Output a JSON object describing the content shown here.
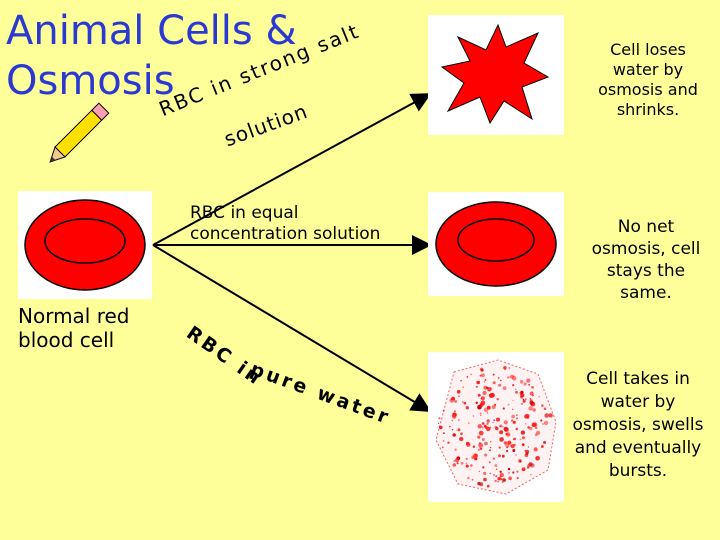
{
  "slide": {
    "title_line1": "Animal Cells &",
    "title_line2": "Osmosis",
    "normal_cell_label": "Normal red blood cell",
    "strong_salt": {
      "word1": "RBC in strong salt",
      "word2": "solution"
    },
    "equal_label": "RBC in equal concentration solution",
    "pure_water": {
      "part1": "RBC in",
      "part2": "pure water"
    },
    "outcomes": {
      "shrink": "Cell loses water by osmosis and shrinks.",
      "same": "No net osmosis, cell stays the same.",
      "burst": "Cell takes in water by osmosis, swells and eventually bursts."
    }
  },
  "colors": {
    "background": "#ffff99",
    "title": "#2a3ad0",
    "cell_red": "#ff0000",
    "cell_outline": "#000000"
  },
  "icons": [
    "pencil-icon"
  ]
}
